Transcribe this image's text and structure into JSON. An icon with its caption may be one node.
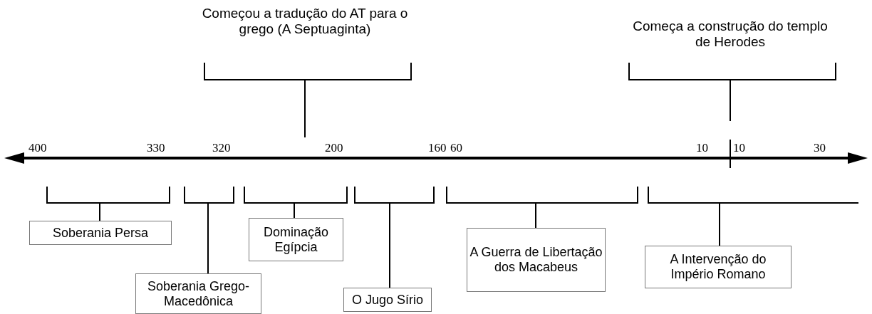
{
  "diagram": {
    "nodes": [
      {
        "text": [
          "Soberania Persa"
        ]
      },
      {
        "text": [
          "Soberania Grego-Macedônica"
        ]
      },
      {
        "text": [
          "Dominação Egípcia"
        ]
      },
      {
        "text": [
          "O Jugo Sírio"
        ]
      },
      {
        "text": [
          "A Guerra de Libertação dos Macabeus"
        ]
      },
      {
        "text": [
          "A Intervenção do Império Romano"
        ]
      }
    ],
    "edges": [],
    "labels": [
      "Começou a tradução do AT para o grego (A Septuaginta)",
      "Começa a construção do templo de Herodes",
      "400",
      "330",
      "320",
      "200",
      "160",
      "60",
      "10",
      "10",
      "30"
    ]
  }
}
